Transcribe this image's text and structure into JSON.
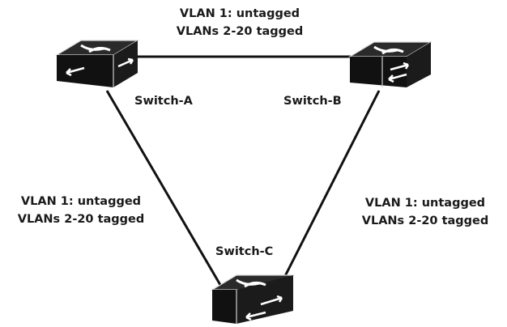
{
  "diagram": {
    "title": "Switch triangle trunk topology",
    "switches": [
      {
        "id": "A",
        "label": "Switch-A",
        "icon": "network-switch-icon"
      },
      {
        "id": "B",
        "label": "Switch-B",
        "icon": "network-switch-icon"
      },
      {
        "id": "C",
        "label": "Switch-C",
        "icon": "network-switch-icon"
      }
    ],
    "links": [
      {
        "from": "A",
        "to": "B",
        "line1": "VLAN 1: untagged",
        "line2": "VLANs 2-20 tagged"
      },
      {
        "from": "A",
        "to": "C",
        "line1": "VLAN 1: untagged",
        "line2": "VLANs 2-20 tagged"
      },
      {
        "from": "B",
        "to": "C",
        "line1": "VLAN 1: untagged",
        "line2": "VLANs 2-20 tagged"
      }
    ],
    "colors": {
      "switch_body": "#141414",
      "switch_top": "#2a2a2a",
      "link": "#111111",
      "text": "#1a1a1a"
    }
  }
}
